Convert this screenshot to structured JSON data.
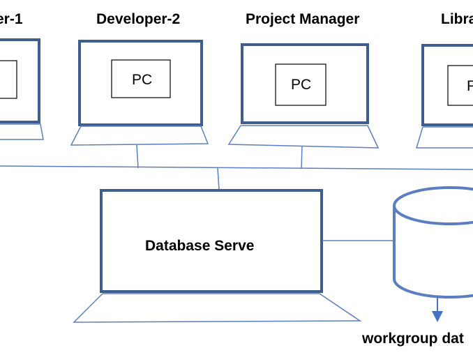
{
  "nodes": {
    "developer_1": {
      "title": "er-1"
    },
    "developer_2": {
      "title": "Developer-2",
      "screen_label": "PC"
    },
    "project_manager": {
      "title": "Project Manager",
      "screen_label": "PC"
    },
    "library": {
      "title": "Libra",
      "screen_label": "P"
    }
  },
  "server": {
    "label": "Database Serve"
  },
  "storage": {
    "label": "workgroup dat"
  },
  "colors": {
    "frame": "#3e5e8e",
    "line": "#5b7ec2",
    "cylinder": "#5b7ec2"
  }
}
